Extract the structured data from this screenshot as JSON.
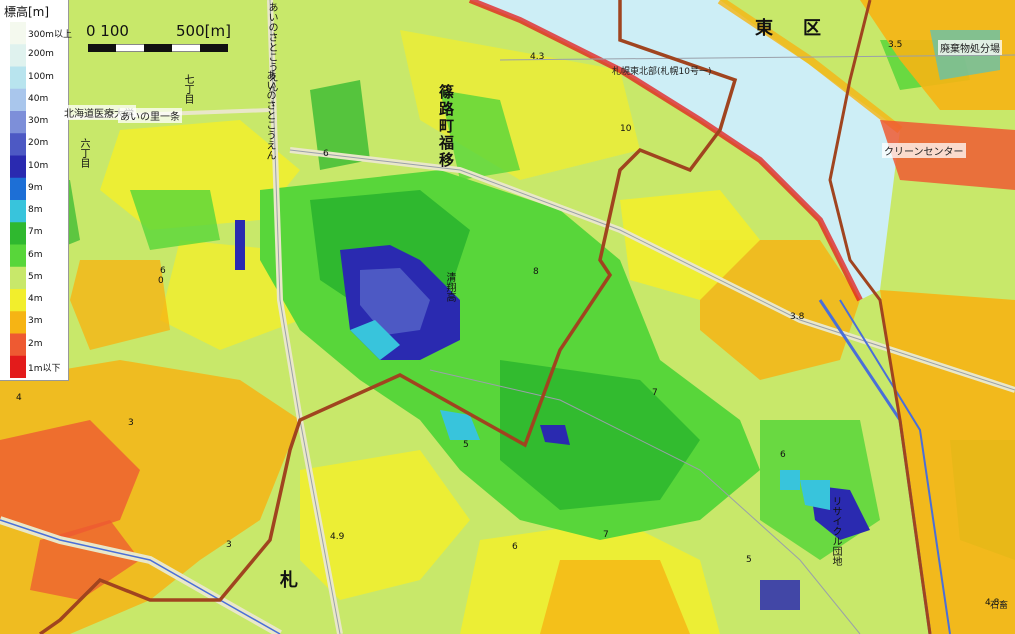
{
  "legend": {
    "title": "標高[m]",
    "stops": [
      {
        "label": "300m以上",
        "color": "#f4f9ee"
      },
      {
        "label": "200m",
        "color": "#dff2ee"
      },
      {
        "label": "100m",
        "color": "#b8e4ee"
      },
      {
        "label": "40m",
        "color": "#a9c6ec"
      },
      {
        "label": "30m",
        "color": "#7d8fd9"
      },
      {
        "label": "20m",
        "color": "#4d59c4"
      },
      {
        "label": "10m",
        "color": "#2a2ab0"
      },
      {
        "label": "9m",
        "color": "#1d6fd6"
      },
      {
        "label": "8m",
        "color": "#38c4dc"
      },
      {
        "label": "7m",
        "color": "#2fb82f"
      },
      {
        "label": "6m",
        "color": "#58d63a"
      },
      {
        "label": "5m",
        "color": "#c8e86a"
      },
      {
        "label": "4m",
        "color": "#f2ee2c"
      },
      {
        "label": "3m",
        "color": "#f6b414"
      },
      {
        "label": "2m",
        "color": "#ee5a32"
      },
      {
        "label": "1m以下",
        "color": "#e31b1b"
      }
    ]
  },
  "scale": {
    "text_a": "0 100",
    "text_b": "500[m]"
  },
  "labels": {
    "ward": "東　区",
    "waste_plant": "廃棄物処分場",
    "clean_center": "クリーンセンター",
    "road": "札幌東北部(札幌10号一)",
    "tokaigakuen": "北海道医療大学",
    "ainosato_1jo": "あいの里一条",
    "nanachome": "七丁目",
    "rokuchome": "六丁目",
    "ainosato_koen": "あいのさとこうえん",
    "ainosato_koen2": "あいのさとこうえん",
    "shinoro_fukui": "篠路町福移",
    "seirin": "清翔高",
    "recycle": "リサイクル団地",
    "satsu": "札",
    "oasa": "石畜",
    "h_3_5": "3.5",
    "h_4_3": "4.3",
    "h_3_8": "3.8",
    "h_4_9": "4.9",
    "h_4_8": "4.8",
    "n_10": "10",
    "n_8": "8",
    "n_7a": "7",
    "n_7b": "7",
    "n_6a": "6",
    "n_6b": "6",
    "n_6c": "6",
    "n_5a": "5",
    "n_5b": "5",
    "n_3a": "3",
    "n_3b": "3",
    "n_4": "4",
    "n_6d": "6",
    "n_0": "0"
  },
  "colors": {
    "river": "#cdeef6",
    "boundary": "#a0441f",
    "road_major": "#e9e7c9",
    "road_blue": "#4a6fd8"
  }
}
